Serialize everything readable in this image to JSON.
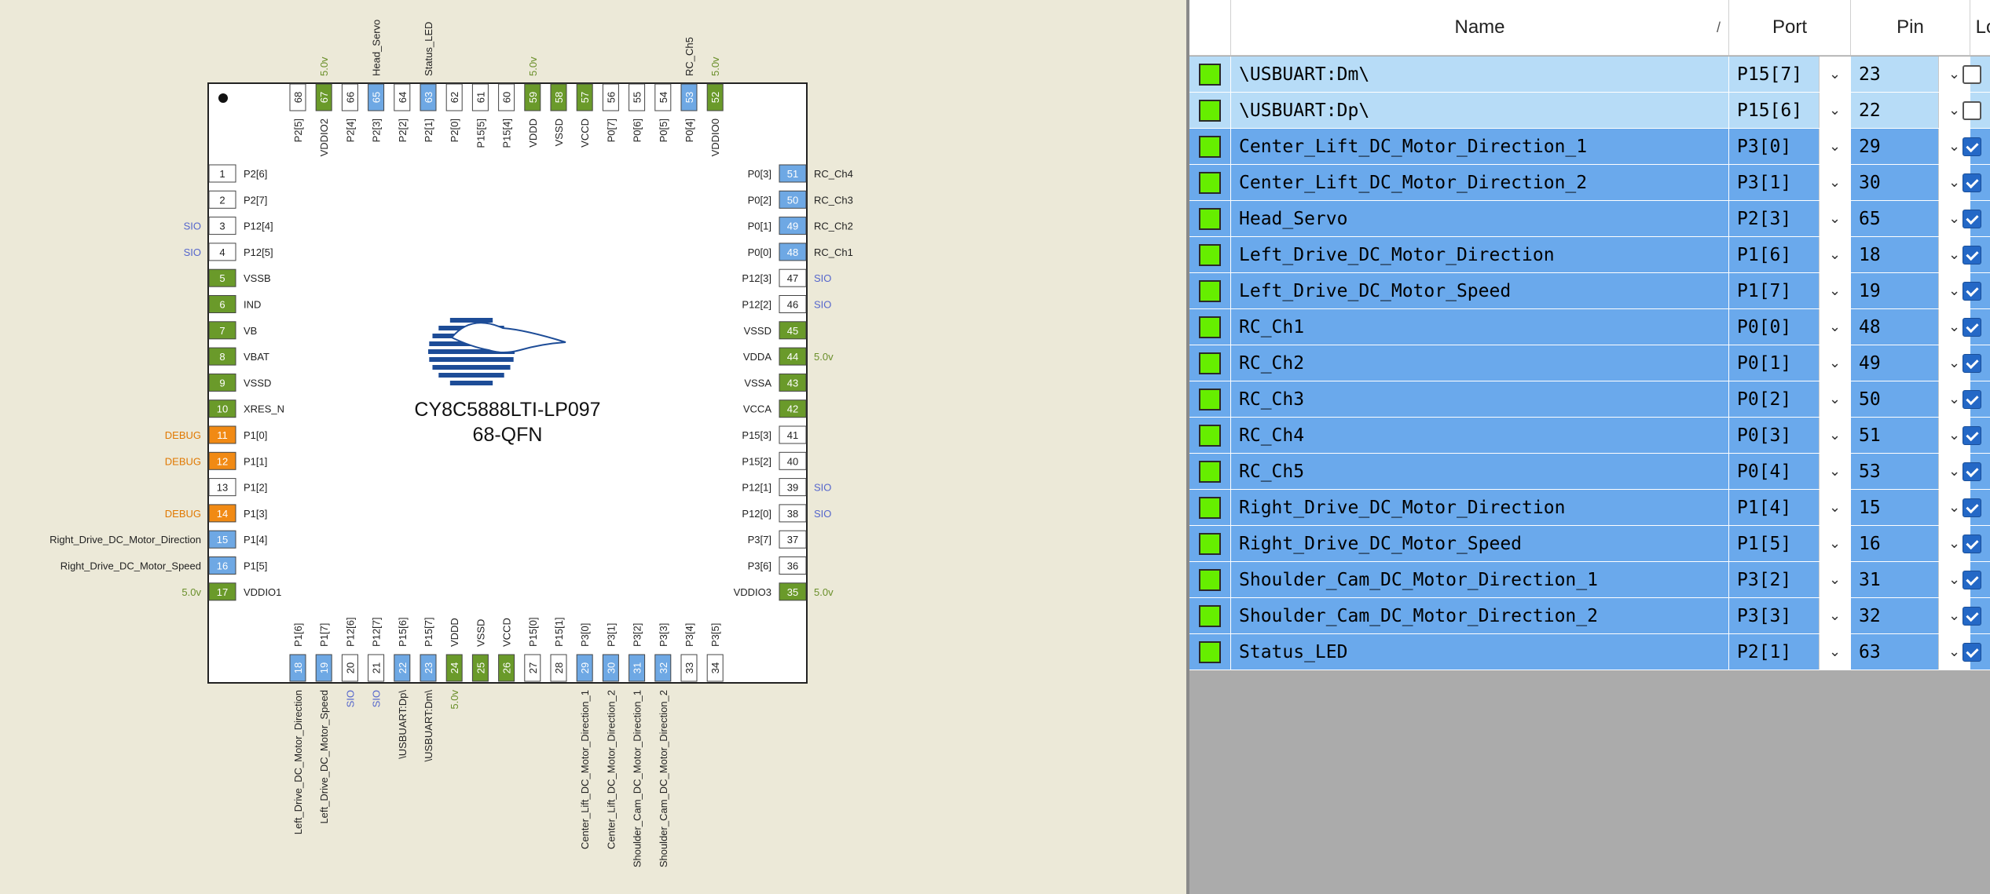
{
  "chip": {
    "part_number": "CY8C5888LTI-LP097",
    "package": "68-QFN",
    "colors": {
      "power": "#6a9a2a",
      "assigned": "#6ea8e4",
      "debug": "#f18a14",
      "unused": "#ffffff",
      "voltage_text": "#6a8f2a",
      "sio_text": "#5566cc",
      "debug_text": "#e07800"
    },
    "pins_left": [
      {
        "num": "1",
        "name": "P2[6]",
        "kind": "unused",
        "ext": ""
      },
      {
        "num": "2",
        "name": "P2[7]",
        "kind": "unused",
        "ext": ""
      },
      {
        "num": "3",
        "name": "P12[4]",
        "kind": "unused",
        "ext": "SIO",
        "ext_kind": "sio"
      },
      {
        "num": "4",
        "name": "P12[5]",
        "kind": "unused",
        "ext": "SIO",
        "ext_kind": "sio"
      },
      {
        "num": "5",
        "name": "VSSB",
        "kind": "power",
        "ext": ""
      },
      {
        "num": "6",
        "name": "IND",
        "kind": "power",
        "ext": ""
      },
      {
        "num": "7",
        "name": "VB",
        "kind": "power",
        "ext": ""
      },
      {
        "num": "8",
        "name": "VBAT",
        "kind": "power",
        "ext": ""
      },
      {
        "num": "9",
        "name": "VSSD",
        "kind": "power",
        "ext": ""
      },
      {
        "num": "10",
        "name": "XRES_N",
        "kind": "power",
        "ext": ""
      },
      {
        "num": "11",
        "name": "P1[0]",
        "kind": "debug",
        "ext": "DEBUG",
        "ext_kind": "debug"
      },
      {
        "num": "12",
        "name": "P1[1]",
        "kind": "debug",
        "ext": "DEBUG",
        "ext_kind": "debug"
      },
      {
        "num": "13",
        "name": "P1[2]",
        "kind": "unused",
        "ext": ""
      },
      {
        "num": "14",
        "name": "P1[3]",
        "kind": "debug",
        "ext": "DEBUG",
        "ext_kind": "debug"
      },
      {
        "num": "15",
        "name": "P1[4]",
        "kind": "assigned",
        "ext": "Right_Drive_DC_Motor_Direction",
        "ext_kind": "signal"
      },
      {
        "num": "16",
        "name": "P1[5]",
        "kind": "assigned",
        "ext": "Right_Drive_DC_Motor_Speed",
        "ext_kind": "signal"
      },
      {
        "num": "17",
        "name": "VDDIO1",
        "kind": "power",
        "ext": "5.0v",
        "ext_kind": "volt"
      }
    ],
    "pins_right": [
      {
        "num": "51",
        "name": "P0[3]",
        "kind": "assigned",
        "ext": "RC_Ch4",
        "ext_kind": "signal"
      },
      {
        "num": "50",
        "name": "P0[2]",
        "kind": "assigned",
        "ext": "RC_Ch3",
        "ext_kind": "signal"
      },
      {
        "num": "49",
        "name": "P0[1]",
        "kind": "assigned",
        "ext": "RC_Ch2",
        "ext_kind": "signal"
      },
      {
        "num": "48",
        "name": "P0[0]",
        "kind": "assigned",
        "ext": "RC_Ch1",
        "ext_kind": "signal"
      },
      {
        "num": "47",
        "name": "P12[3]",
        "kind": "unused",
        "ext": "SIO",
        "ext_kind": "sio"
      },
      {
        "num": "46",
        "name": "P12[2]",
        "kind": "unused",
        "ext": "SIO",
        "ext_kind": "sio"
      },
      {
        "num": "45",
        "name": "VSSD",
        "kind": "power",
        "ext": ""
      },
      {
        "num": "44",
        "name": "VDDA",
        "kind": "power",
        "ext": "5.0v",
        "ext_kind": "volt"
      },
      {
        "num": "43",
        "name": "VSSA",
        "kind": "power",
        "ext": ""
      },
      {
        "num": "42",
        "name": "VCCA",
        "kind": "power",
        "ext": ""
      },
      {
        "num": "41",
        "name": "P15[3]",
        "kind": "unused",
        "ext": ""
      },
      {
        "num": "40",
        "name": "P15[2]",
        "kind": "unused",
        "ext": ""
      },
      {
        "num": "39",
        "name": "P12[1]",
        "kind": "unused",
        "ext": "SIO",
        "ext_kind": "sio"
      },
      {
        "num": "38",
        "name": "P12[0]",
        "kind": "unused",
        "ext": "SIO",
        "ext_kind": "sio"
      },
      {
        "num": "37",
        "name": "P3[7]",
        "kind": "unused",
        "ext": ""
      },
      {
        "num": "36",
        "name": "P3[6]",
        "kind": "unused",
        "ext": ""
      },
      {
        "num": "35",
        "name": "VDDIO3",
        "kind": "power",
        "ext": "5.0v",
        "ext_kind": "volt"
      }
    ],
    "pins_top": [
      {
        "num": "68",
        "name": "P2[5]",
        "kind": "unused",
        "ext": ""
      },
      {
        "num": "67",
        "name": "VDDIO2",
        "kind": "power",
        "ext": "5.0v",
        "ext_kind": "volt"
      },
      {
        "num": "66",
        "name": "P2[4]",
        "kind": "unused",
        "ext": ""
      },
      {
        "num": "65",
        "name": "P2[3]",
        "kind": "assigned",
        "ext": "Head_Servo",
        "ext_kind": "signal"
      },
      {
        "num": "64",
        "name": "P2[2]",
        "kind": "unused",
        "ext": ""
      },
      {
        "num": "63",
        "name": "P2[1]",
        "kind": "assigned",
        "ext": "Status_LED",
        "ext_kind": "signal"
      },
      {
        "num": "62",
        "name": "P2[0]",
        "kind": "unused",
        "ext": ""
      },
      {
        "num": "61",
        "name": "P15[5]",
        "kind": "unused",
        "ext": ""
      },
      {
        "num": "60",
        "name": "P15[4]",
        "kind": "unused",
        "ext": ""
      },
      {
        "num": "59",
        "name": "VDDD",
        "kind": "power",
        "ext": "5.0v",
        "ext_kind": "volt"
      },
      {
        "num": "58",
        "name": "VSSD",
        "kind": "power",
        "ext": ""
      },
      {
        "num": "57",
        "name": "VCCD",
        "kind": "power",
        "ext": ""
      },
      {
        "num": "56",
        "name": "P0[7]",
        "kind": "unused",
        "ext": ""
      },
      {
        "num": "55",
        "name": "P0[6]",
        "kind": "unused",
        "ext": ""
      },
      {
        "num": "54",
        "name": "P0[5]",
        "kind": "unused",
        "ext": ""
      },
      {
        "num": "53",
        "name": "P0[4]",
        "kind": "assigned",
        "ext": "RC_Ch5",
        "ext_kind": "signal"
      },
      {
        "num": "52",
        "name": "VDDIO0",
        "kind": "power",
        "ext": "5.0v",
        "ext_kind": "volt"
      }
    ],
    "pins_bottom": [
      {
        "num": "18",
        "name": "P1[6]",
        "kind": "assigned",
        "ext": "Left_Drive_DC_Motor_Direction",
        "ext_kind": "signal"
      },
      {
        "num": "19",
        "name": "P1[7]",
        "kind": "assigned",
        "ext": "Left_Drive_DC_Motor_Speed",
        "ext_kind": "signal"
      },
      {
        "num": "20",
        "name": "P12[6]",
        "kind": "unused",
        "ext": "SIO",
        "ext_kind": "sio"
      },
      {
        "num": "21",
        "name": "P12[7]",
        "kind": "unused",
        "ext": "SIO",
        "ext_kind": "sio"
      },
      {
        "num": "22",
        "name": "P15[6]",
        "kind": "assigned",
        "ext": "\\USBUART:Dp\\",
        "ext_kind": "signal"
      },
      {
        "num": "23",
        "name": "P15[7]",
        "kind": "assigned",
        "ext": "\\USBUART:Dm\\",
        "ext_kind": "signal"
      },
      {
        "num": "24",
        "name": "VDDD",
        "kind": "power",
        "ext": "5.0v",
        "ext_kind": "volt"
      },
      {
        "num": "25",
        "name": "VSSD",
        "kind": "power",
        "ext": ""
      },
      {
        "num": "26",
        "name": "VCCD",
        "kind": "power",
        "ext": ""
      },
      {
        "num": "27",
        "name": "P15[0]",
        "kind": "unused",
        "ext": ""
      },
      {
        "num": "28",
        "name": "P15[1]",
        "kind": "unused",
        "ext": ""
      },
      {
        "num": "29",
        "name": "P3[0]",
        "kind": "assigned",
        "ext": "Center_Lift_DC_Motor_Direction_1",
        "ext_kind": "signal"
      },
      {
        "num": "30",
        "name": "P3[1]",
        "kind": "assigned",
        "ext": "Center_Lift_DC_Motor_Direction_2",
        "ext_kind": "signal"
      },
      {
        "num": "31",
        "name": "P3[2]",
        "kind": "assigned",
        "ext": "Shoulder_Cam_DC_Motor_Direction_1",
        "ext_kind": "signal"
      },
      {
        "num": "32",
        "name": "P3[3]",
        "kind": "assigned",
        "ext": "Shoulder_Cam_DC_Motor_Direction_2",
        "ext_kind": "signal"
      },
      {
        "num": "33",
        "name": "P3[4]",
        "kind": "unused",
        "ext": ""
      },
      {
        "num": "34",
        "name": "P3[5]",
        "kind": "unused",
        "ext": ""
      }
    ]
  },
  "grid": {
    "columns": {
      "name": "Name",
      "port": "Port",
      "pin": "Pin",
      "lock": "Lock"
    },
    "sort_glyph": "/",
    "dropdown_glyph": "⌄",
    "row_color_selected": "#6aa9ec",
    "row_color_unselected": "#b7dcf7",
    "swatch_color": "#66ee00",
    "rows": [
      {
        "name": "\\USBUART:Dm\\",
        "port": "P15[7]",
        "pin": "23",
        "locked": false,
        "selected": false
      },
      {
        "name": "\\USBUART:Dp\\",
        "port": "P15[6]",
        "pin": "22",
        "locked": false,
        "selected": false
      },
      {
        "name": "Center_Lift_DC_Motor_Direction_1",
        "port": "P3[0]",
        "pin": "29",
        "locked": true,
        "selected": true
      },
      {
        "name": "Center_Lift_DC_Motor_Direction_2",
        "port": "P3[1]",
        "pin": "30",
        "locked": true,
        "selected": true
      },
      {
        "name": "Head_Servo",
        "port": "P2[3]",
        "pin": "65",
        "locked": true,
        "selected": true
      },
      {
        "name": "Left_Drive_DC_Motor_Direction",
        "port": "P1[6]",
        "pin": "18",
        "locked": true,
        "selected": true
      },
      {
        "name": "Left_Drive_DC_Motor_Speed",
        "port": "P1[7]",
        "pin": "19",
        "locked": true,
        "selected": true
      },
      {
        "name": "RC_Ch1",
        "port": "P0[0]",
        "pin": "48",
        "locked": true,
        "selected": true
      },
      {
        "name": "RC_Ch2",
        "port": "P0[1]",
        "pin": "49",
        "locked": true,
        "selected": true
      },
      {
        "name": "RC_Ch3",
        "port": "P0[2]",
        "pin": "50",
        "locked": true,
        "selected": true
      },
      {
        "name": "RC_Ch4",
        "port": "P0[3]",
        "pin": "51",
        "locked": true,
        "selected": true
      },
      {
        "name": "RC_Ch5",
        "port": "P0[4]",
        "pin": "53",
        "locked": true,
        "selected": true
      },
      {
        "name": "Right_Drive_DC_Motor_Direction",
        "port": "P1[4]",
        "pin": "15",
        "locked": true,
        "selected": true
      },
      {
        "name": "Right_Drive_DC_Motor_Speed",
        "port": "P1[5]",
        "pin": "16",
        "locked": true,
        "selected": true
      },
      {
        "name": "Shoulder_Cam_DC_Motor_Direction_1",
        "port": "P3[2]",
        "pin": "31",
        "locked": true,
        "selected": true
      },
      {
        "name": "Shoulder_Cam_DC_Motor_Direction_2",
        "port": "P3[3]",
        "pin": "32",
        "locked": true,
        "selected": true
      },
      {
        "name": "Status_LED",
        "port": "P2[1]",
        "pin": "63",
        "locked": true,
        "selected": true
      }
    ]
  }
}
